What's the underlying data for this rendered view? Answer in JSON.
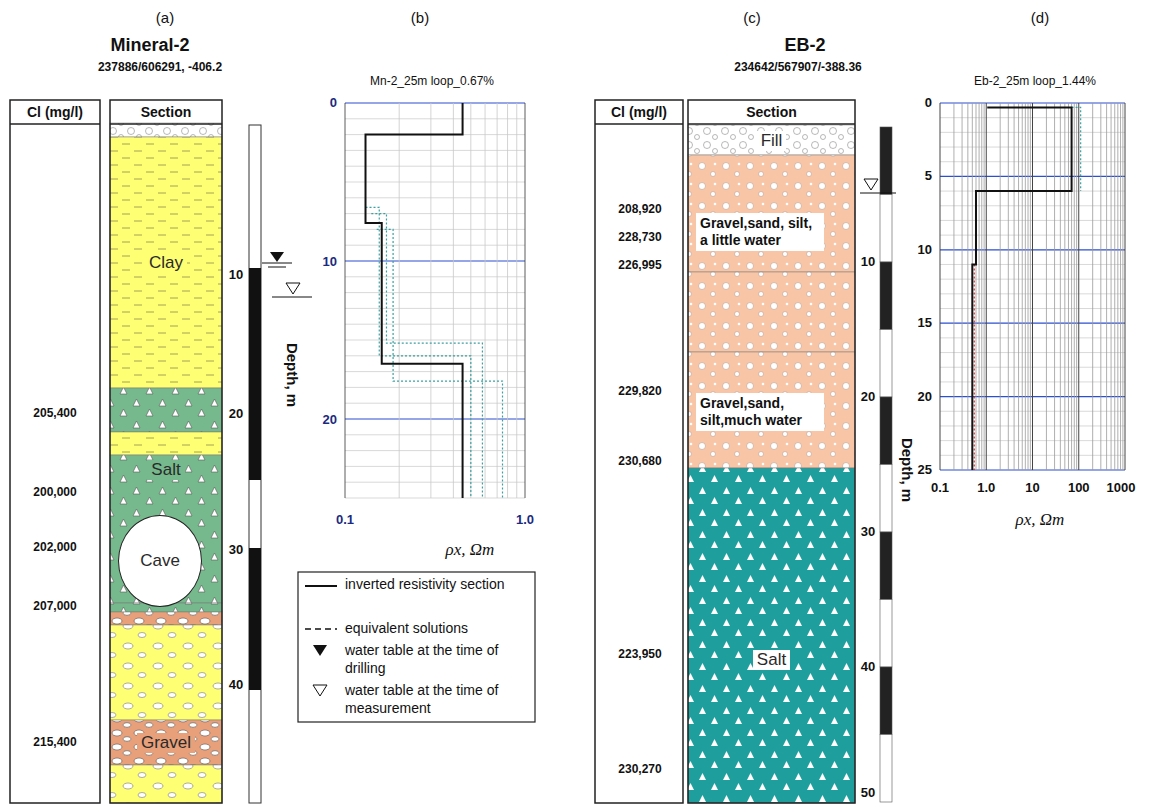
{
  "diagram": {
    "nodes": [
      {
        "text": [
          "Cl (mg/l)"
        ]
      },
      {
        "text": [
          "Section"
        ]
      },
      {
        "text": [
          "Clay"
        ]
      },
      {
        "text": [
          "Salt"
        ]
      },
      {
        "text": [
          "Cave"
        ]
      },
      {
        "text": [
          "Gravel"
        ]
      },
      {
        "text": [
          "Cl (mg/l)"
        ]
      },
      {
        "text": [
          "Section"
        ]
      },
      {
        "text": [
          "Fill"
        ]
      },
      {
        "text": [
          "Gravel,sand, silt, a little water"
        ]
      },
      {
        "text": [
          "Gravel,sand, silt,much water"
        ]
      },
      {
        "text": [
          "Salt"
        ]
      }
    ],
    "labels": [
      "(a)",
      "(b)",
      "(c)",
      "(d)",
      "Mineral-2",
      "237886/606291, -406.2",
      "205,400",
      "200,000",
      "202,000",
      "207,000",
      "215,400",
      "10",
      "20",
      "30",
      "40",
      "Depth, m",
      "Mn-2_25m loop_0.67%",
      "0",
      "10",
      "20",
      "0.1",
      "1.0",
      "ρx, Ωm",
      "EB-2",
      "234642/567907/-388.36",
      "208,920",
      "228,730",
      "226,995",
      "229,820",
      "230,680",
      "223,950",
      "230,270",
      "10",
      "20",
      "30",
      "40",
      "50",
      "Depth, m",
      "Eb-2_25m loop_1.44%",
      "0",
      "5",
      "10",
      "15",
      "20",
      "25",
      "0.1",
      "1.0",
      "10",
      "100",
      "1000",
      "ρx, Ωm"
    ],
    "legend": [
      {
        "text": "inverted resistivity section"
      },
      {
        "text": "equivalent solutions"
      },
      {
        "text": "water table at the time of drilling"
      },
      {
        "text": "water table at the time of measurement"
      }
    ]
  }
}
